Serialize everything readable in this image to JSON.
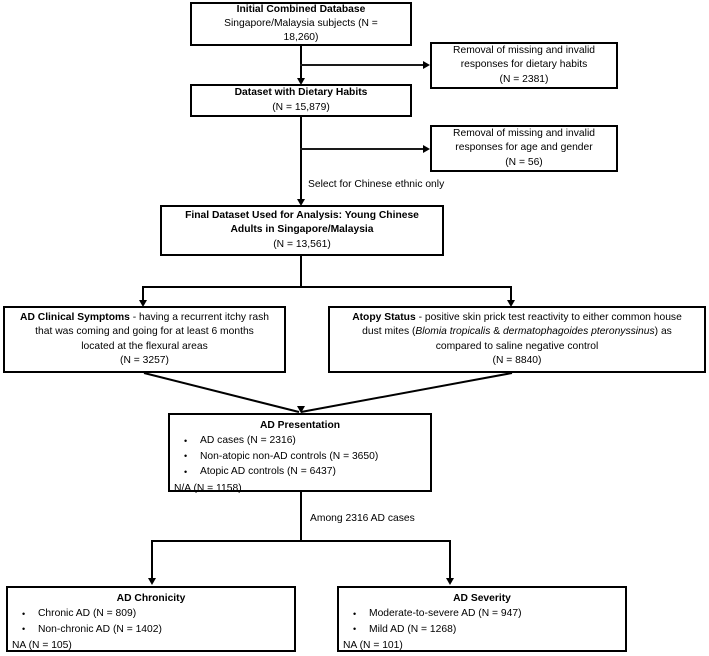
{
  "diagram": {
    "type": "flowchart",
    "title": "Study participant selection and classification flow",
    "nodes": {
      "initial_db": {
        "title": "Initial Combined Database",
        "line1": "Singapore/Malaysia subjects (N =",
        "line2": "18,260)"
      },
      "removal_dietary": {
        "line1": "Removal of missing and invalid",
        "line2": "responses for dietary habits",
        "line3": "(N = 2381)"
      },
      "dataset_dietary": {
        "title": "Dataset with Dietary Habits",
        "line1": "(N = 15,879)"
      },
      "removal_age_gender": {
        "line1": "Removal of missing and invalid",
        "line2": "responses for age and gender",
        "line3": "(N = 56)"
      },
      "final_dataset": {
        "title_line1": "Final Dataset Used for Analysis: Young Chinese",
        "title_line2": "Adults in Singapore/Malaysia",
        "line1": "(N = 13,561)"
      },
      "ad_clinical": {
        "label": "AD Clinical Symptoms",
        "body_line1": " - having a recurrent itchy rash",
        "body_line2": "that was coming and going for at least 6 months",
        "body_line3": "located at the flexural areas",
        "count": "(N = 3257)"
      },
      "atopy_status": {
        "label": "Atopy Status",
        "body_a": " - positive skin prick test reactivity to either common house",
        "body_b_pre": "dust mites (",
        "body_b_ital1": "Blomia tropicalis",
        "body_b_mid": " & ",
        "body_b_ital2": "dermatophagoides pteronyssinus",
        "body_b_post": ") as",
        "body_c": "compared to saline negative control",
        "count": "(N = 8840)"
      },
      "ad_presentation": {
        "title": "AD Presentation",
        "bullets": [
          "AD cases (N = 2316)",
          "Non-atopic non-AD controls (N = 3650)",
          "Atopic AD controls (N = 6437)"
        ],
        "tail": "N/A (N = 1158)"
      },
      "ad_chronicity": {
        "title": "AD Chronicity",
        "bullets": [
          "Chronic AD (N = 809)",
          "Non-chronic AD (N = 1402)"
        ],
        "tail": "NA (N = 105)"
      },
      "ad_severity": {
        "title": "AD Severity",
        "bullets": [
          "Moderate-to-severe AD (N = 947)",
          "Mild AD (N = 1268)"
        ],
        "tail": "NA (N = 101)"
      }
    },
    "captions": {
      "select_chinese": "Select for Chinese ethnic only",
      "among_ad_cases": "Among 2316 AD cases"
    },
    "counts": {
      "initial_n": 18260,
      "removed_dietary_n": 2381,
      "dataset_dietary_n": 15879,
      "removed_age_gender_n": 56,
      "final_n": 13561,
      "ad_clinical_n": 3257,
      "atopy_n": 8840,
      "ad_cases_n": 2316,
      "non_atopic_non_ad_n": 3650,
      "atopic_ad_controls_n": 6437,
      "presentation_na_n": 1158,
      "chronic_ad_n": 809,
      "non_chronic_ad_n": 1402,
      "chronicity_na_n": 105,
      "moderate_severe_ad_n": 947,
      "mild_ad_n": 1268,
      "severity_na_n": 101
    },
    "colors": {
      "border": "#000000",
      "background": "#ffffff",
      "text": "#000000"
    }
  }
}
